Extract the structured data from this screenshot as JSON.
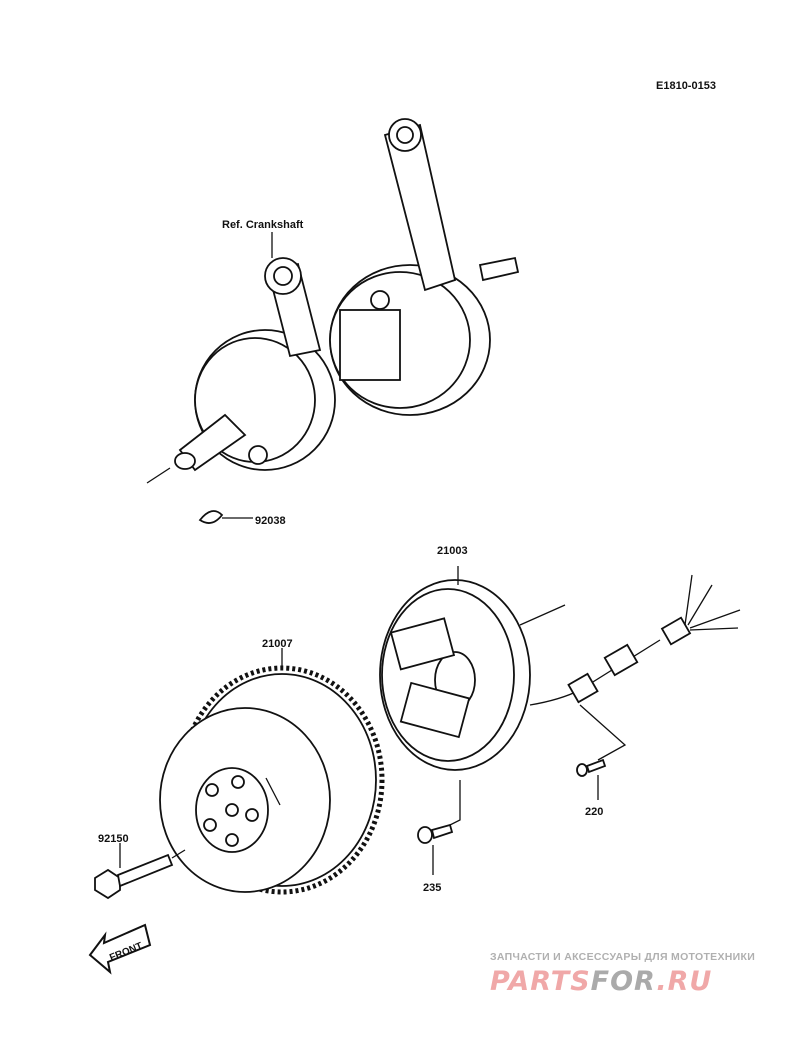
{
  "diagram": {
    "code": "E1810-0153",
    "labels": {
      "ref_crankshaft": "Ref. Crankshaft",
      "key": "92038",
      "stator": "21003",
      "flywheel": "21007",
      "flywheel_bolt": "92150",
      "screw_220": "220",
      "screw_235": "235",
      "front": "FRONT"
    }
  },
  "watermark": {
    "tagline": "ЗАПЧАСТИ И АКСЕССУАРЫ ДЛЯ МОТОТЕХНИКИ",
    "logo_part1": "PARTS",
    "logo_part2": "FOR",
    "logo_part3": ".RU"
  }
}
